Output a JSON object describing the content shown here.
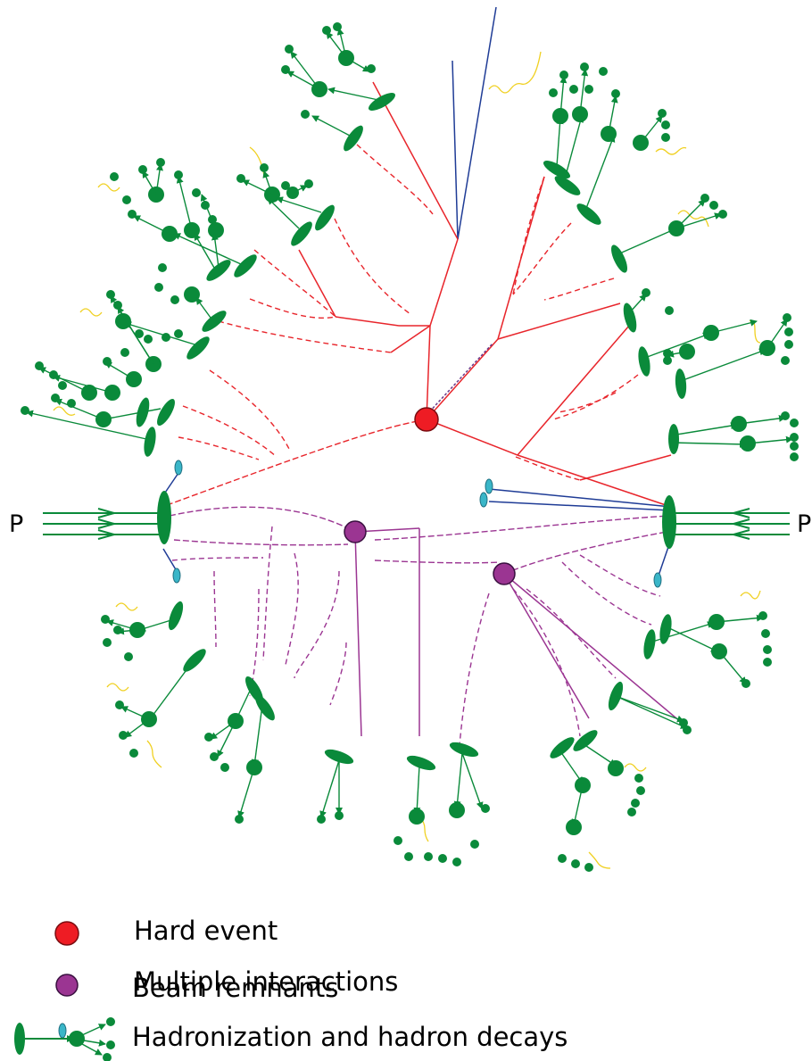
{
  "beams": {
    "left_label": "P",
    "right_label": "P"
  },
  "legend": [
    {
      "label": "Hard event",
      "icon": "red-circle-icon",
      "color": "#ee1c24"
    },
    {
      "label": "Multiple interactions",
      "icon": "purple-circle-icon",
      "color": "#9b3592"
    },
    {
      "label": "Beam remnants",
      "icon": "cyan-ellipse-icon",
      "color": "#3ab6c8"
    },
    {
      "label": "Hadronization and hadron decays",
      "icon": "hadron-cluster-icon",
      "color": "#0a8a3a"
    }
  ],
  "colors": {
    "hard_process": "#e8252b",
    "multiple_interactions": "#9b3592",
    "electroweak": "#1f3c96",
    "hadrons": "#0a8a3a",
    "photons": "#f0d020",
    "remnants": "#3ab6c8"
  }
}
